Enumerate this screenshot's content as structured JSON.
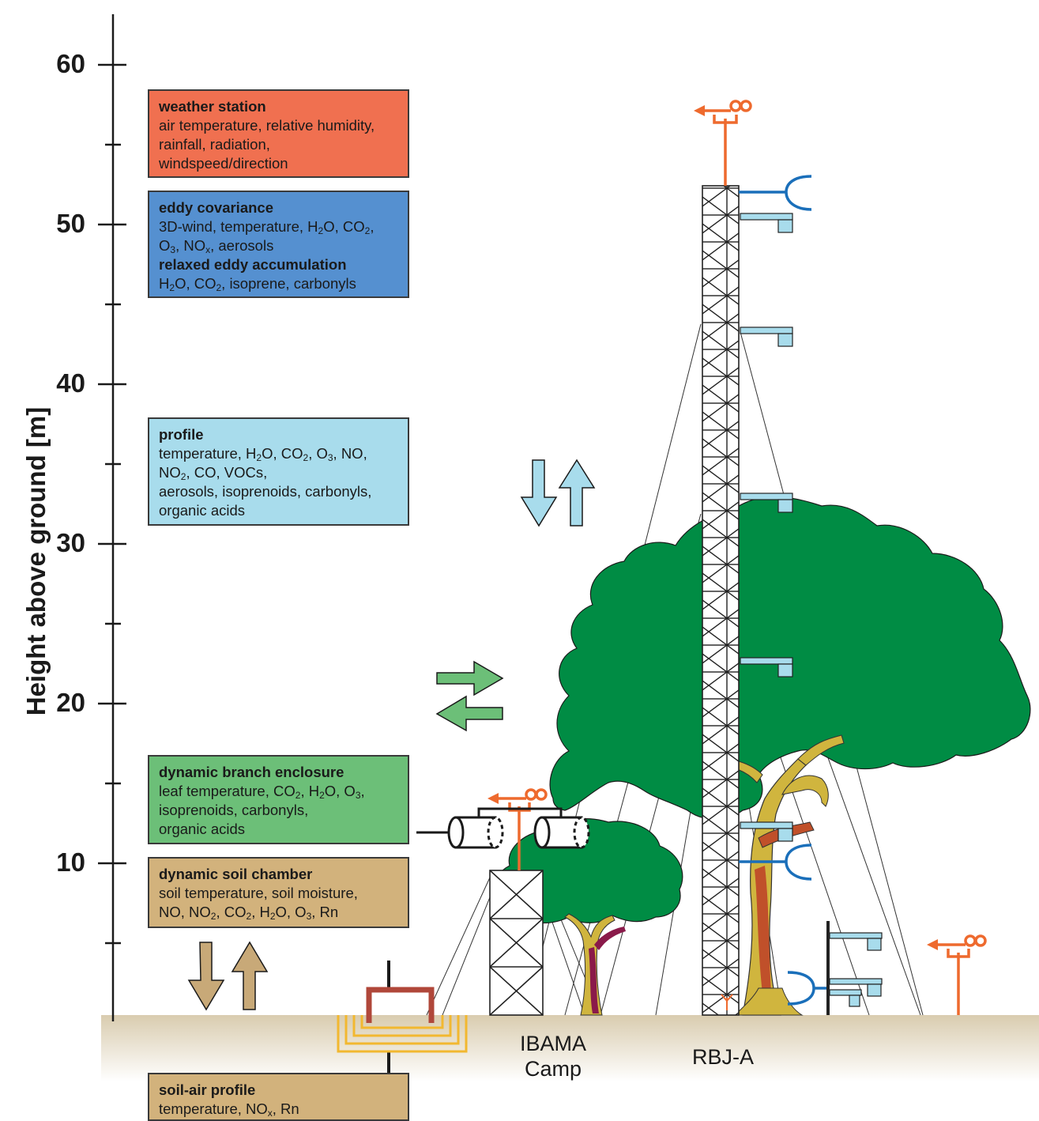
{
  "axis": {
    "title": "Height above ground [m]",
    "ticks": [
      "60",
      "50",
      "40",
      "30",
      "20",
      "10"
    ]
  },
  "boxes": {
    "weather": {
      "title": "weather station",
      "lines": [
        "air temperature, relative humidity,",
        "rainfall, radiation,",
        "windspeed/direction"
      ],
      "color": "#f07050"
    },
    "eddy": {
      "title": "eddy covariance",
      "lines": [
        "3D-wind, temperature, H2O, CO2,",
        "O3, NOx, aerosols"
      ],
      "title2": "relaxed eddy accumulation",
      "lines2": [
        "H2O, CO2, isoprene, carbonyls"
      ],
      "color": "#5590d0"
    },
    "profile": {
      "title": "profile",
      "lines": [
        "temperature, H2O, CO2, O3, NO,",
        "NO2, CO, VOCs,",
        "aerosols, isoprenoids, carbonyls,",
        "organic acids"
      ],
      "color": "#a8dcec"
    },
    "branch": {
      "title": "dynamic branch enclosure",
      "lines": [
        "leaf temperature, CO2, H2O, O3,",
        "isoprenoids, carbonyls,",
        "organic acids"
      ],
      "color": "#6cbf78"
    },
    "soil": {
      "title": "dynamic soil chamber",
      "lines": [
        "soil temperature, soil moisture,",
        "NO, NO2, CO2, H2O, O3, Rn"
      ],
      "color": "#d2b27c"
    },
    "soilair": {
      "title": "soil-air profile",
      "lines": [
        "temperature, NOx, Rn"
      ],
      "color": "#d2b27c"
    }
  },
  "sites": {
    "ibama": "IBAMA\nCamp",
    "rbja": "RBJ-A"
  },
  "colors": {
    "canopy": "#008c44",
    "ground": "#d9ccaf",
    "trunk": "#d0b53e",
    "orange": "#ee6a2e",
    "blue_sensor": "#1a6fba",
    "light_blue": "#a8dcec",
    "arrow_tan": "#c8a978",
    "arrow_green": "#6cbf78",
    "soil_chamber": "#b0473a",
    "soil_tray": "#f2b830"
  },
  "icons": {
    "anemometer": "cup-anemometer-icon",
    "sonic": "sonic-anemometer-icon",
    "inlet": "inlet-icon",
    "enclosure": "branch-enclosure-icon"
  }
}
